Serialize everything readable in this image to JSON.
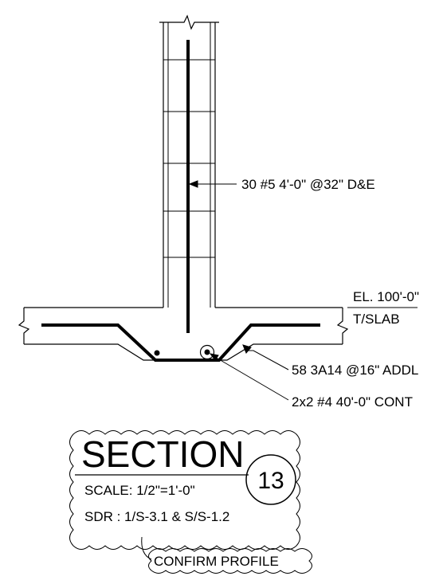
{
  "drawing": {
    "callouts": {
      "vertical_bars": "30 #5 4'-0\" @32\" D&E",
      "elevation": "EL. 100'-0\"",
      "slab_ref": "T/SLAB",
      "addl_bars": "58 3A14 @16\" ADDL",
      "cont_bars": "2x2 #4 40'-0\"  CONT"
    },
    "title_block": {
      "title": "SECTION",
      "detail_number": "13",
      "scale": "SCALE: 1/2\"=1'-0\"",
      "sdr": "SDR : 1/S-3.1 & S/S-1.2"
    },
    "cloud_note": "CONFIRM PROFILE"
  }
}
